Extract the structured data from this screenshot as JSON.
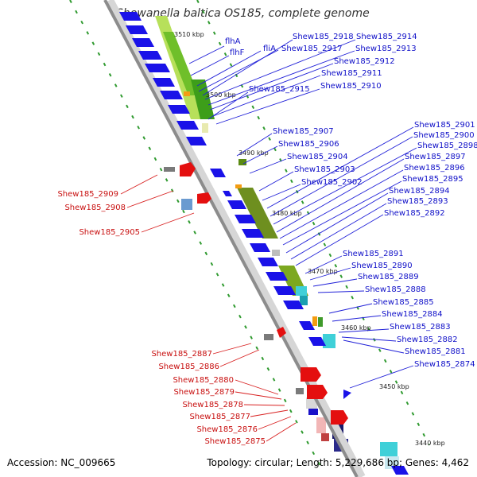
{
  "title": "Shewanella baltica OS185, complete genome",
  "footer": {
    "accession": "Accession: NC_009665",
    "topology": "Topology: circular; Length: 5,229,686 bp; Genes: 4,462"
  },
  "ticks": [
    "3510 kbp",
    "3500 kbp",
    "3490 kbp",
    "3480 kbp",
    "3470 kbp",
    "3460 kbp",
    "3450 kbp",
    "3440 kbp"
  ],
  "forward_labels": [
    "flhA",
    "flhF",
    "fliA",
    "Shew185_2917",
    "Shew185_2918",
    "Shew185_2914",
    "Shew185_2913",
    "Shew185_2912",
    "Shew185_2911",
    "Shew185_2915",
    "Shew185_2910",
    "Shew185_2907",
    "Shew185_2906",
    "Shew185_2904",
    "Shew185_2903",
    "Shew185_2902",
    "Shew185_2901",
    "Shew185_2900",
    "Shew185_2898",
    "Shew185_2897",
    "Shew185_2896",
    "Shew185_2895",
    "Shew185_2894",
    "Shew185_2893",
    "Shew185_2892",
    "Shew185_2891",
    "Shew185_2890",
    "Shew185_2889",
    "Shew185_2888",
    "Shew185_2885",
    "Shew185_2884",
    "Shew185_2883",
    "Shew185_2882",
    "Shew185_2881",
    "Shew185_2874"
  ],
  "reverse_labels": [
    "Shew185_2909",
    "Shew185_2908",
    "Shew185_2905",
    "Shew185_2887",
    "Shew185_2886",
    "Shew185_2880",
    "Shew185_2879",
    "Shew185_2878",
    "Shew185_2877",
    "Shew185_2876",
    "Shew185_2875"
  ],
  "colors": {
    "forward_gene": "#1a12e8",
    "reverse_gene": "#e40f0f",
    "forward_label": "#0f0fc8",
    "reverse_label": "#c80f0f",
    "backbone": "#8c8c8c",
    "ring": "#2f9a2f"
  }
}
